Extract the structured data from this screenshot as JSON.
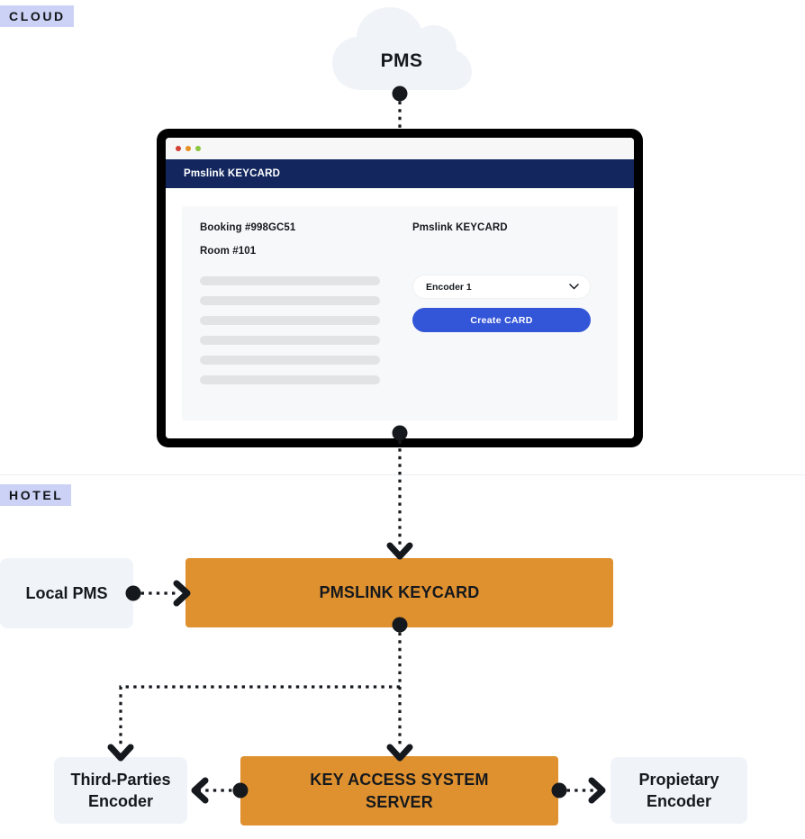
{
  "zones": {
    "cloud_label": "CLOUD",
    "hotel_label": "HOTEL"
  },
  "cloud": {
    "label": "PMS",
    "icon": "cloud-icon"
  },
  "monitor": {
    "browser": {
      "traffic_lights": [
        "red",
        "amber",
        "green"
      ],
      "app_header_title": "Pmslink KEYCARD",
      "left_panel": {
        "booking": "Booking #998GC51",
        "room": "Room #101",
        "skeleton_rows": 6
      },
      "right_panel": {
        "title": "Pmslink KEYCARD",
        "encoder_select_value": "Encoder 1",
        "encoder_select_icon": "chevron-down-icon",
        "create_button_label": "Create CARD"
      }
    }
  },
  "flow": {
    "local_pms": "Local PMS",
    "pmslink_keycard": "PMSLINK KEYCARD",
    "third_parties_encoder": "Third-Parties\nEncoder",
    "third_parties_encoder_line1": "Third-Parties",
    "third_parties_encoder_line2": "Encoder",
    "key_access_server_line1": "KEY ACCESS SYSTEM",
    "key_access_server_line2": "SERVER",
    "proprietary_encoder_line1": "Propietary",
    "proprietary_encoder_line2": "Encoder"
  },
  "colors": {
    "badge_bg": "#ccd2f5",
    "orange": "#e0912f",
    "navy": "#13275e",
    "blue_button": "#3355d8",
    "light_box": "#f0f4f8",
    "cloud": "#f0f3f7"
  }
}
